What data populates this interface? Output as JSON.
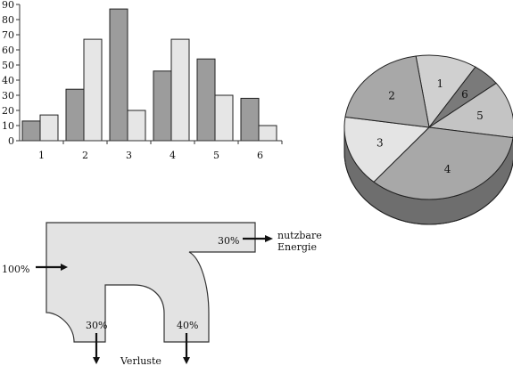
{
  "chart_data": [
    {
      "type": "bar",
      "categories": [
        "1",
        "2",
        "3",
        "4",
        "5",
        "6"
      ],
      "series": [
        {
          "values": [
            13,
            34,
            87,
            46,
            54,
            28
          ]
        },
        {
          "values": [
            17,
            67,
            20,
            67,
            30,
            10
          ]
        }
      ],
      "ylim": [
        0,
        90
      ],
      "yticks": [
        0,
        10,
        20,
        30,
        40,
        50,
        60,
        70,
        80,
        90
      ],
      "colors": [
        "#9c9c9c",
        "#e6e6e6"
      ]
    },
    {
      "type": "pie",
      "labels": [
        "1",
        "2",
        "3",
        "4",
        "5",
        "6"
      ],
      "values": [
        11,
        19,
        15,
        32,
        12,
        5
      ],
      "colors": [
        "#d0d0d0",
        "#a8a8a8",
        "#e4e4e4",
        "#a8a8a8",
        "#c4c4c4",
        "#7a7a7a"
      ]
    },
    {
      "type": "flow",
      "labels": {
        "input": "100%",
        "useful": "30%",
        "useful_label_line1": "nutzbare",
        "useful_label_line2": "Energie",
        "loss_a": "30%",
        "loss_b": "40%",
        "losses": "Verluste"
      },
      "colors": {
        "fill": "#e3e3e3",
        "stroke": "#333333"
      }
    }
  ]
}
